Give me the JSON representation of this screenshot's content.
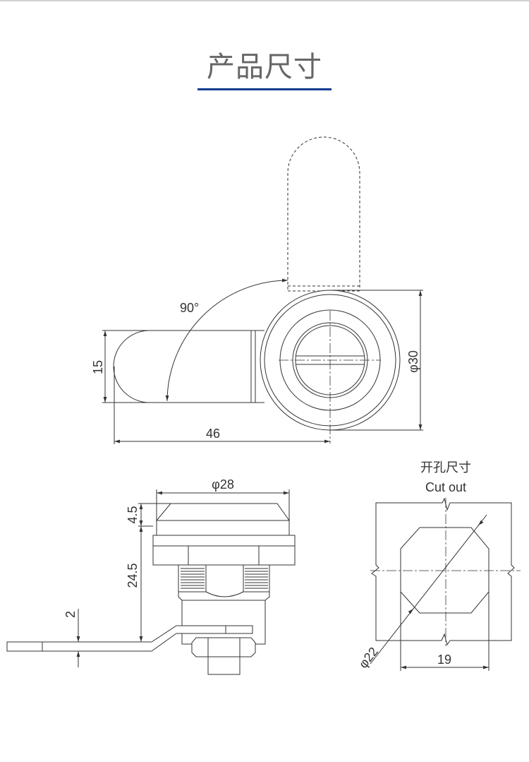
{
  "header": {
    "title": "产品尺寸"
  },
  "top_view": {
    "angle_label": "90°",
    "width_label": "15",
    "length_label": "46",
    "diameter_label": "φ30"
  },
  "side_view": {
    "diameter_label": "φ28",
    "cap_height_label": "4.5",
    "body_height_label": "24.5",
    "plate_thickness_label": "2"
  },
  "cutout": {
    "title_cn": "开孔尺寸",
    "title_en": "Cut out",
    "diameter_label": "φ22",
    "width_label": "19"
  },
  "colors": {
    "title": "#666666",
    "accent": "#0a3d8f",
    "line": "#333333"
  }
}
